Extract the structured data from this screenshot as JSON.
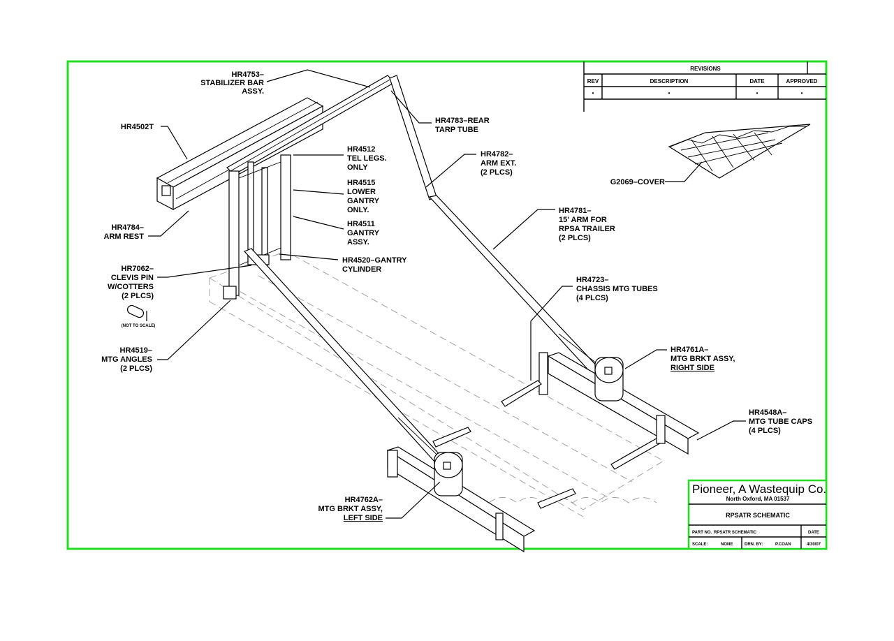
{
  "revisions": {
    "title": "REVISIONS",
    "headers": [
      "REV",
      "DESCRIPTION",
      "DATE",
      "APPROVED"
    ],
    "row": [
      "•",
      "•",
      "•",
      "•"
    ]
  },
  "labels": {
    "hr4753": [
      "HR4753–",
      "STABILIZER BAR",
      "ASSY."
    ],
    "hr4502t": [
      "HR4502T"
    ],
    "hr4783": [
      "HR4783–REAR",
      "TARP TUBE"
    ],
    "hr4512": [
      "HR4512",
      "TEL LEGS.",
      "ONLY"
    ],
    "hr4782": [
      "HR4782–",
      "ARM EXT.",
      "(2 PLCS)"
    ],
    "hr4515": [
      "HR4515",
      "LOWER",
      "GANTRY",
      "ONLY."
    ],
    "g2069": [
      "G2069–COVER"
    ],
    "hr4781": [
      "HR4781–",
      "15' ARM FOR",
      "RPSA TRAILER",
      "(2 PLCS)"
    ],
    "hr4511": [
      "HR4511",
      "GANTRY",
      "ASSY."
    ],
    "hr4784": [
      "HR4784–",
      "ARM REST"
    ],
    "hr4520": [
      "HR4520–GANTRY",
      "CYLINDER"
    ],
    "hr7062": [
      "HR7062–",
      "CLEVIS PIN",
      "W/COTTERS",
      "(2 PLCS)"
    ],
    "hr4723": [
      "HR4723–",
      "CHASSIS MTG TUBES",
      "(4 PLCS)"
    ],
    "not_to_scale": "(NOT TO SCALE)",
    "hr4519": [
      "HR4519–",
      "MTG ANGLES",
      "(2 PLCS)"
    ],
    "hr4761a": [
      "HR4761A–",
      "MTG BRKT ASSY,",
      "RIGHT SIDE"
    ],
    "hr4548a": [
      "HR4548A–",
      "MTG TUBE CAPS",
      "(4 PLCS)"
    ],
    "hr4762a": [
      "HR4762A–",
      "MTG BRKT ASSY,",
      "LEFT SIDE"
    ]
  },
  "title_block": {
    "company": "Pioneer, A Wastequip Co.",
    "address": "North Oxford, MA   01537",
    "drawing_title": "RPSATR SCHEMATIC",
    "part_no_label": "PART NO.",
    "part_no_value": "RPSATR SCHEMATIC",
    "date_label": "DATE",
    "scale_label": "SCALE:",
    "scale_value": "NONE",
    "drawn_by_label": "DRN. BY:",
    "drawn_by_value": "P.COAN",
    "date_value": "4/30/07"
  },
  "colors": {
    "border": "#22dd22",
    "line": "#000000",
    "ghost": "#999999"
  }
}
